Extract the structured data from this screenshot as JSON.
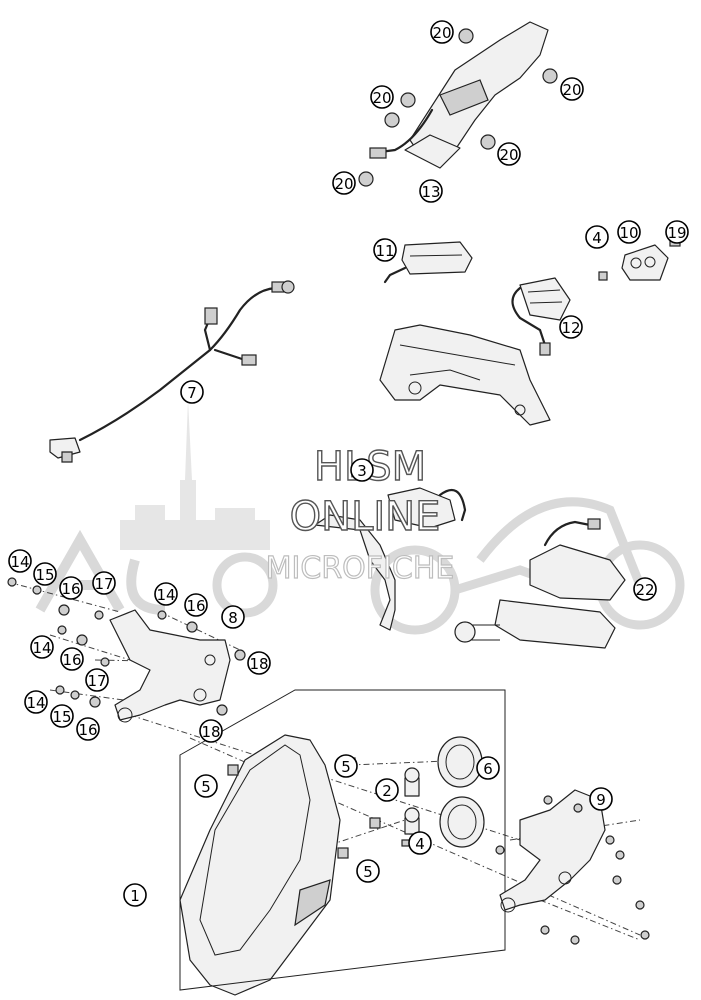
{
  "watermark": {
    "line1": "HLSM",
    "line2": "ONLINE",
    "line3": "MICROFICHE"
  },
  "callouts": [
    {
      "id": "c20a",
      "label": "20"
    },
    {
      "id": "c20b",
      "label": "20"
    },
    {
      "id": "c20c",
      "label": "20"
    },
    {
      "id": "c20d",
      "label": "20"
    },
    {
      "id": "c20e",
      "label": "20"
    },
    {
      "id": "c13",
      "label": "13"
    },
    {
      "id": "c11",
      "label": "11"
    },
    {
      "id": "c10",
      "label": "10"
    },
    {
      "id": "c19",
      "label": "19"
    },
    {
      "id": "c4a",
      "label": "4"
    },
    {
      "id": "c12",
      "label": "12"
    },
    {
      "id": "c7",
      "label": "7"
    },
    {
      "id": "c3",
      "label": "3"
    },
    {
      "id": "c22",
      "label": "22"
    },
    {
      "id": "c14a",
      "label": "14"
    },
    {
      "id": "c15a",
      "label": "15"
    },
    {
      "id": "c16a",
      "label": "16"
    },
    {
      "id": "c17a",
      "label": "17"
    },
    {
      "id": "c14b",
      "label": "14"
    },
    {
      "id": "c16b",
      "label": "16"
    },
    {
      "id": "c8",
      "label": "8"
    },
    {
      "id": "c14c",
      "label": "14"
    },
    {
      "id": "c16c",
      "label": "16"
    },
    {
      "id": "c18a",
      "label": "18"
    },
    {
      "id": "c17b",
      "label": "17"
    },
    {
      "id": "c14d",
      "label": "14"
    },
    {
      "id": "c15b",
      "label": "15"
    },
    {
      "id": "c16d",
      "label": "16"
    },
    {
      "id": "c18b",
      "label": "18"
    },
    {
      "id": "c5a",
      "label": "5"
    },
    {
      "id": "c5b",
      "label": "5"
    },
    {
      "id": "c2",
      "label": "2"
    },
    {
      "id": "c6",
      "label": "6"
    },
    {
      "id": "c9",
      "label": "9"
    },
    {
      "id": "c4b",
      "label": "4"
    },
    {
      "id": "c5c",
      "label": "5"
    },
    {
      "id": "c1",
      "label": "1"
    }
  ]
}
